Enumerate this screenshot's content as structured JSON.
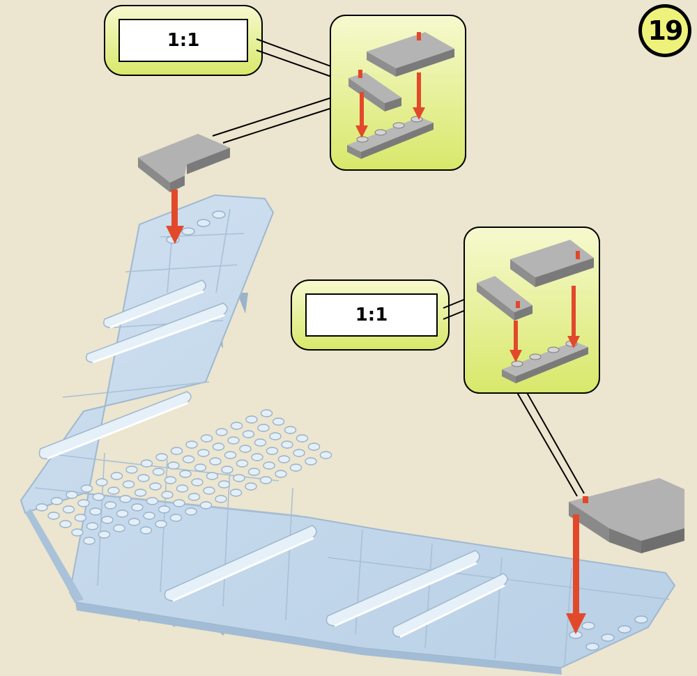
{
  "step": {
    "number": "19"
  },
  "callouts": [
    {
      "ratio_label": "1:1"
    },
    {
      "ratio_label": "1:1"
    }
  ],
  "colors": {
    "background": "#ece5cf",
    "callout_fill": "#e9f07a",
    "wing_fill": "#c7dcee",
    "brick_gray": "#9c9c9c",
    "arrow_red": "#e2492b"
  }
}
